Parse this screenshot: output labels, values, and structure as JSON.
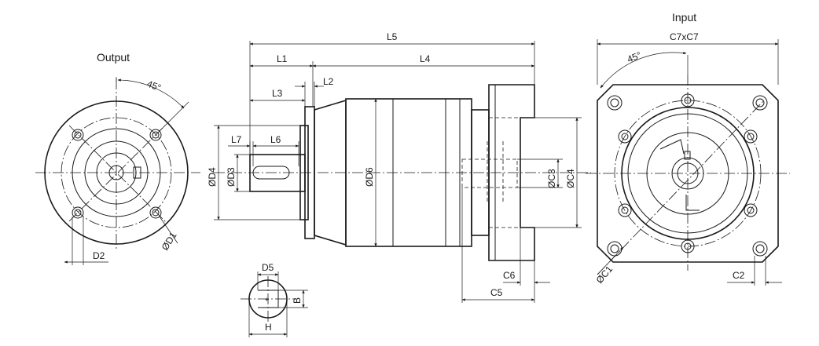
{
  "output_view": {
    "title": "Output",
    "angle_label": "45°",
    "d1_label": "ØD1",
    "d2_label": "D2"
  },
  "input_view": {
    "title": "Input",
    "square_label": "C7xC7",
    "angle_label": "45°",
    "c1_label": "ØC1",
    "c2_label": "C2"
  },
  "side_view": {
    "l1": "L1",
    "l2": "L2",
    "l3": "L3",
    "l4": "L4",
    "l5": "L5",
    "l6": "L6",
    "l7": "L7",
    "d3": "ØD3",
    "d4": "ØD4",
    "d6": "ØD6",
    "c3": "ØC3",
    "c4": "ØC4",
    "c5": "C5",
    "c6": "C6"
  },
  "key_view": {
    "d5": "D5",
    "b": "B",
    "h": "H"
  }
}
